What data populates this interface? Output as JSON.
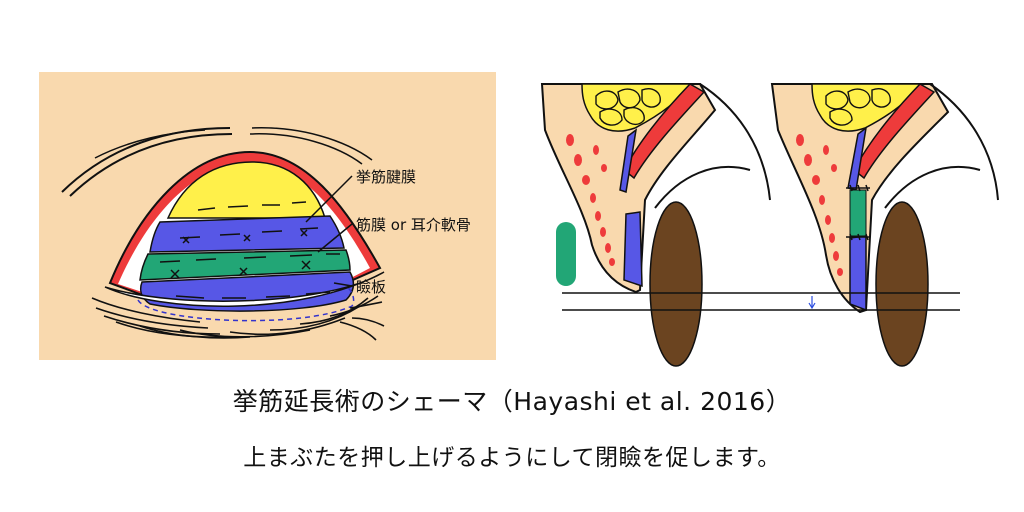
{
  "labels": {
    "levator_aponeurosis": "挙筋腱膜",
    "fascia_or_cartilage": "筋膜 or 耳介軟骨",
    "tarsus": "瞼板"
  },
  "caption": {
    "line1": "挙筋延長術のシェーマ（Hayashi et al. 2016）",
    "line2": "上まぶたを押し上げるようにして閉瞼を促します。"
  },
  "colors": {
    "skin": "#f9d9ae",
    "muscle_red": "#ee3b3b",
    "fat_yellow": "#fff04a",
    "aponeurosis_blue": "#5757e6",
    "graft_green": "#22a676",
    "eye_brown": "#6b4420",
    "outline": "#111111"
  }
}
